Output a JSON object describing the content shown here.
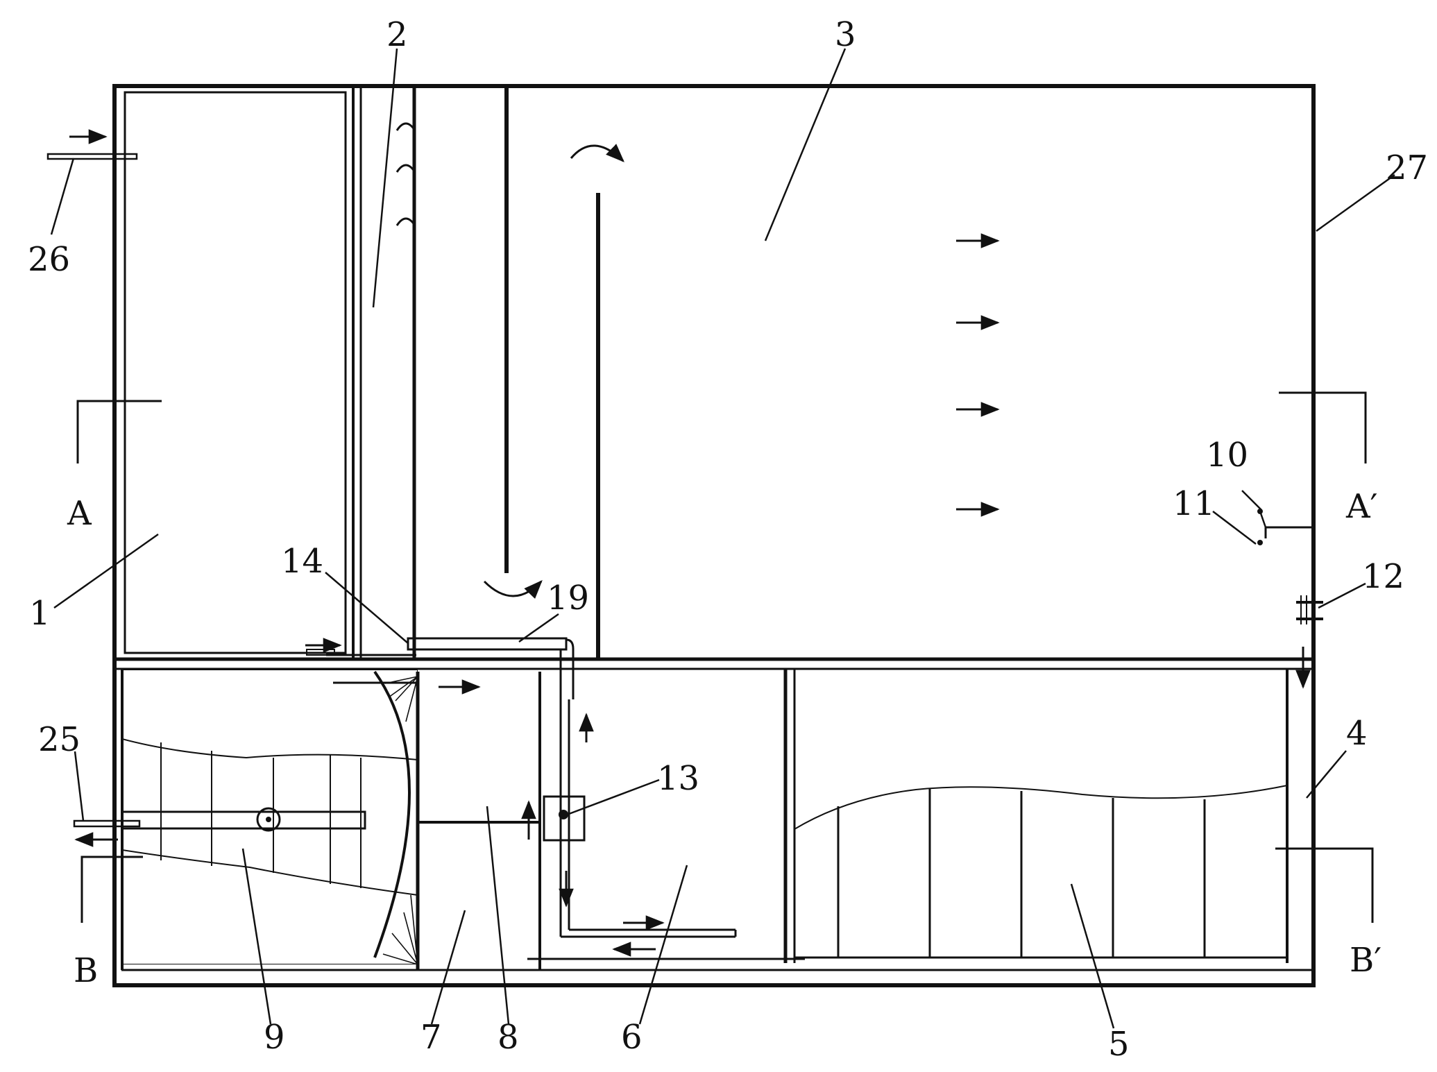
{
  "labels": {
    "l1": "1",
    "l2": "2",
    "l3": "3",
    "l4": "4",
    "l5": "5",
    "l6": "6",
    "l7": "7",
    "l8": "8",
    "l9": "9",
    "l10": "10",
    "l11": "11",
    "l12": "12",
    "l13": "13",
    "l14": "14",
    "l19": "19",
    "l25": "25",
    "l26": "26",
    "l27": "27"
  },
  "sections": {
    "a": "A",
    "a_prime": "A′",
    "b": "B",
    "b_prime": "B′"
  }
}
